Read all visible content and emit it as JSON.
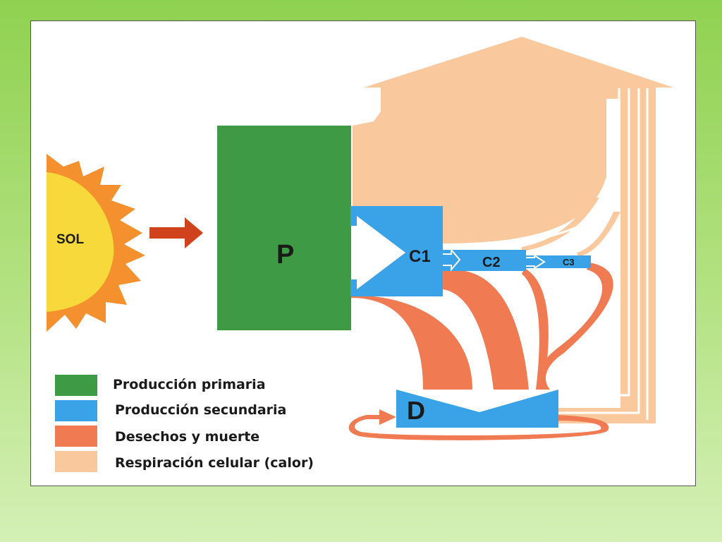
{
  "colors": {
    "primary": "#3e9a45",
    "secondary": "#3aa3e8",
    "waste": "#f07a52",
    "heat": "#f9c89d",
    "sun_core": "#f7d93b",
    "sun_flame": "#f5902f",
    "arrow_sun": "#d0421c"
  },
  "labels": {
    "sun": "SOL",
    "producer": "P",
    "consumer1": "C1",
    "consumer2": "C2",
    "consumer3": "C3",
    "decomposer": "D"
  },
  "legend": [
    {
      "label": "Producción primaria",
      "color": "#3e9a45",
      "icon": "green-swatch"
    },
    {
      "label": "Producción secundaria",
      "color": "#3aa3e8",
      "icon": "blue-swatch"
    },
    {
      "label": "Desechos y muerte",
      "color": "#f07a52",
      "icon": "orange-swatch"
    },
    {
      "label": "Respiración celular (calor)",
      "color": "#f9c89d",
      "icon": "peach-swatch"
    }
  ]
}
